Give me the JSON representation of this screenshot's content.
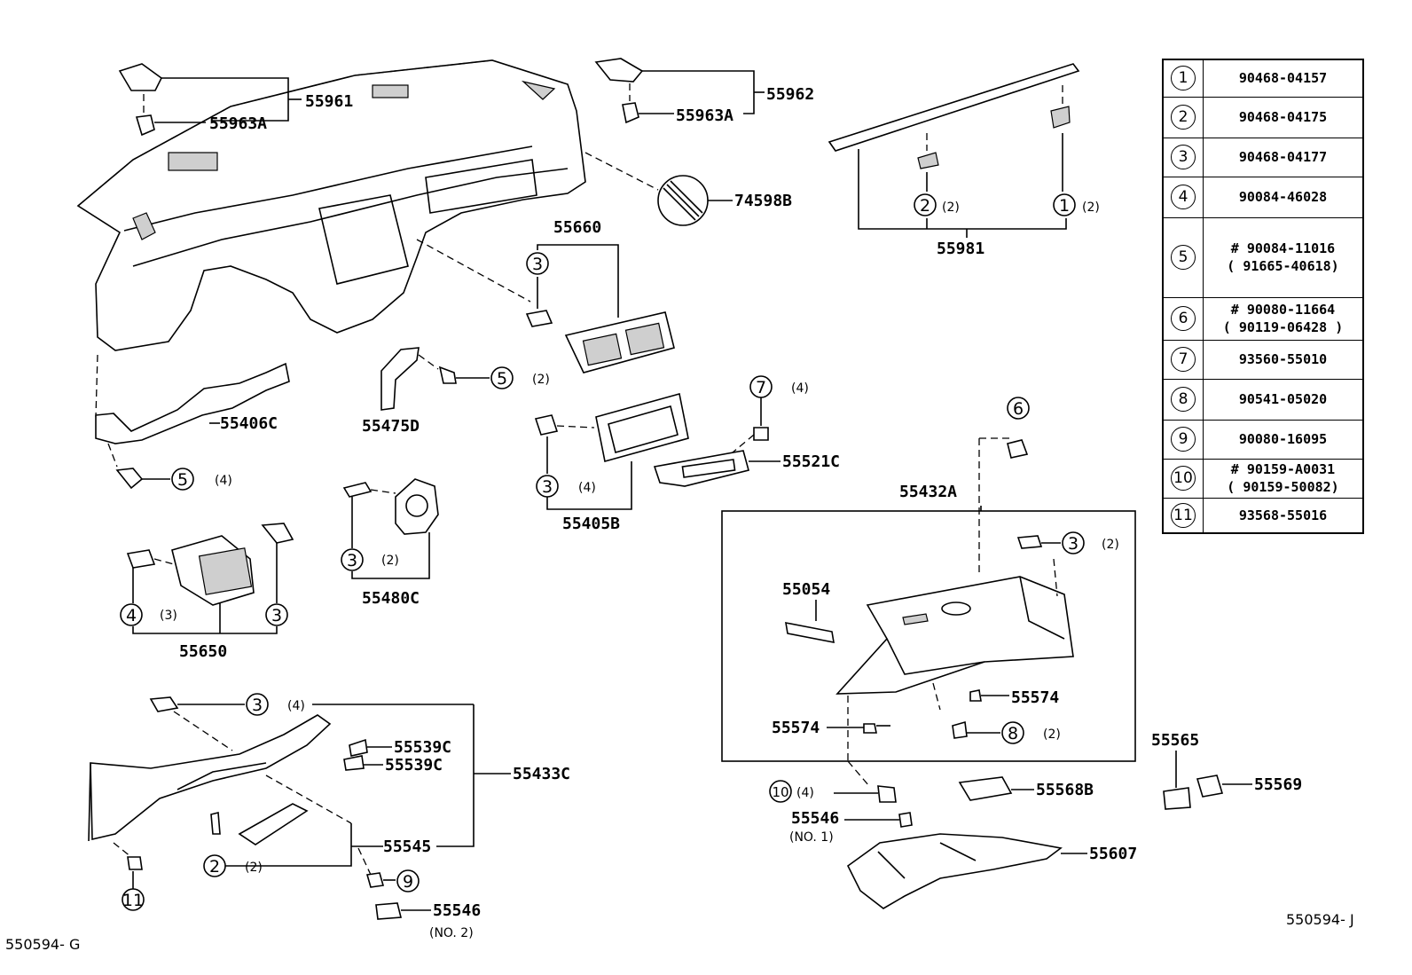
{
  "legend": [
    {
      "key": "1",
      "lines": [
        "90468-04157"
      ]
    },
    {
      "key": "2",
      "lines": [
        "90468-04175"
      ]
    },
    {
      "key": "3",
      "lines": [
        "90468-04177"
      ]
    },
    {
      "key": "4",
      "lines": [
        "90084-46028"
      ]
    },
    {
      "key": "5",
      "lines": [
        "# 90084-11016",
        "( 91665-40618)"
      ]
    },
    {
      "key": "6",
      "lines": [
        "# 90080-11664",
        "( 90119-06428 )"
      ]
    },
    {
      "key": "7",
      "lines": [
        "93560-55010"
      ]
    },
    {
      "key": "8",
      "lines": [
        "90541-05020"
      ]
    },
    {
      "key": "9",
      "lines": [
        "90080-16095"
      ]
    },
    {
      "key": "10",
      "lines": [
        "# 90159-A0031",
        "( 90159-50082)"
      ]
    },
    {
      "key": "11",
      "lines": [
        "93568-55016"
      ]
    }
  ],
  "parts": {
    "p55961": "55961",
    "p55963a_1": "55963A",
    "p55963a_2": "55963A",
    "p55962": "55962",
    "p74598b": "74598B",
    "p55981": "55981",
    "p55660": "55660",
    "p55406c": "55406C",
    "p55475d": "55475D",
    "p55521c": "55521C",
    "p55405b": "55405B",
    "p55432a": "55432A",
    "p55480c": "55480C",
    "p55650": "55650",
    "p55054": "55054",
    "p55574_1": "55574",
    "p55574_2": "55574",
    "p55539c_1": "55539C",
    "p55539c_2": "55539C",
    "p55433c": "55433C",
    "p55545": "55545",
    "p55546_1": "55546",
    "p55546_2": "55546",
    "p55568b": "55568B",
    "p55565": "55565",
    "p55569": "55569",
    "p55607": "55607"
  },
  "subnotes": {
    "no1": "(NO. 1)",
    "no2": "(NO. 2)"
  },
  "qty": {
    "q2": "(2)",
    "q3": "(3)",
    "q4": "(4)"
  },
  "callouts": {
    "c1": "1",
    "c2": "2",
    "c3": "3",
    "c4": "4",
    "c5": "5",
    "c6": "6",
    "c7": "7",
    "c8": "8",
    "c9": "9",
    "c10": "10",
    "c11": "11"
  },
  "refs": {
    "left": "550594- G",
    "right": "550594- J"
  }
}
